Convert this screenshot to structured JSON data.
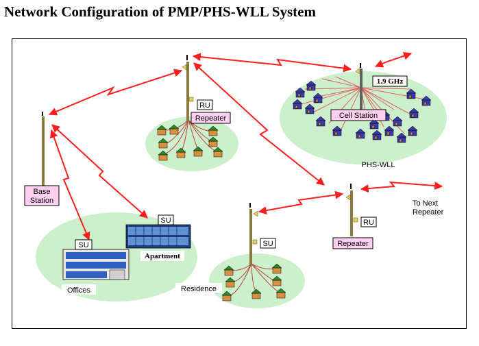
{
  "title": "Network Configuration of PMP/PHS-WLL System",
  "labels": {
    "base_station_line1": "Base",
    "base_station_line2": "Station",
    "repeater_top": "Repeater",
    "ru_top": "RU",
    "cell_station": "Cell Station",
    "freq": "1.9 GHz",
    "phs_wll": "PHS-WLL",
    "repeater_right": "Repeater",
    "ru_right": "RU",
    "to_next_line1": "To Next",
    "to_next_line2": "Repeater",
    "su_apartment": "SU",
    "su_offices": "SU",
    "su_residence": "SU",
    "apartment": "Apartment",
    "offices": "Offices",
    "residence": "Residence"
  },
  "colors": {
    "link_arrow": "#ff1e1e",
    "coverage_area": "#ccf0cc",
    "house_roof": "#3a3aa8",
    "house_wall": "#d89040",
    "house_roof_green": "#2a8a2a",
    "label_box_fill": "#ffd0f0",
    "building_blue": "#3060c0"
  }
}
